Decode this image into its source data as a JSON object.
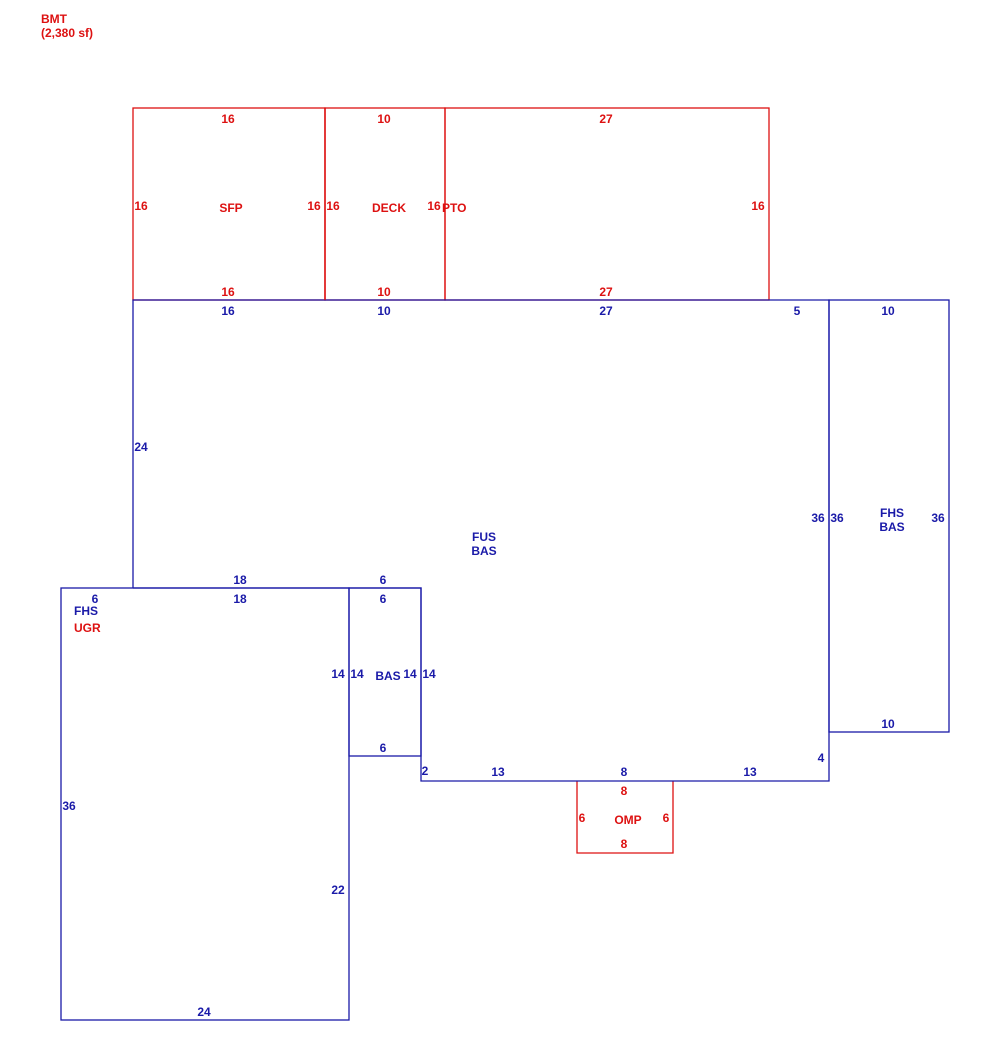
{
  "colors": {
    "red": "#dd1111",
    "blue": "#1a1aa8",
    "background": "#ffffff"
  },
  "header": {
    "code": "BMT",
    "area": "(2,380 sf)"
  },
  "labels": {
    "sfp": "SFP",
    "deck": "DECK",
    "pto": "PTO",
    "fus": "FUS",
    "bas": "BAS",
    "fhs": "FHS",
    "ugr": "UGR",
    "omp": "OMP"
  },
  "dims": {
    "sfp_top": "16",
    "sfp_left": "16",
    "sfp_right": "16",
    "sfp_bottom": "16",
    "deck_top": "10",
    "deck_left": "16",
    "deck_right": "16",
    "deck_bottom": "10",
    "pto_top": "27",
    "pto_right": "16",
    "pto_bottom": "27",
    "fus_top_a": "16",
    "fus_top_b": "10",
    "fus_top_c": "27",
    "fus_top_d": "5",
    "fus_left": "24",
    "fus_right": "36",
    "fus_bottom_a": "18",
    "fus_bottom_b": "6",
    "fus_bottom_c": "13",
    "fus_bottom_d": "8",
    "fus_bottom_e": "13",
    "fus_step_left": "2",
    "fus_step_right": "4",
    "fhs_right_top": "10",
    "fhs_right_left": "36",
    "fhs_right_right": "36",
    "fhs_right_bottom": "10",
    "fhs_left_top_a": "6",
    "fhs_left_top_b": "18",
    "fhs_left_left": "36",
    "fhs_left_right_a": "14",
    "fhs_left_right_b": "22",
    "fhs_left_bottom": "24",
    "bas_small_top": "6",
    "bas_small_left": "14",
    "bas_small_right": "14",
    "bas_small_bottom": "6",
    "omp_top": "8",
    "omp_left": "6",
    "omp_right": "6",
    "omp_bottom": "8"
  }
}
